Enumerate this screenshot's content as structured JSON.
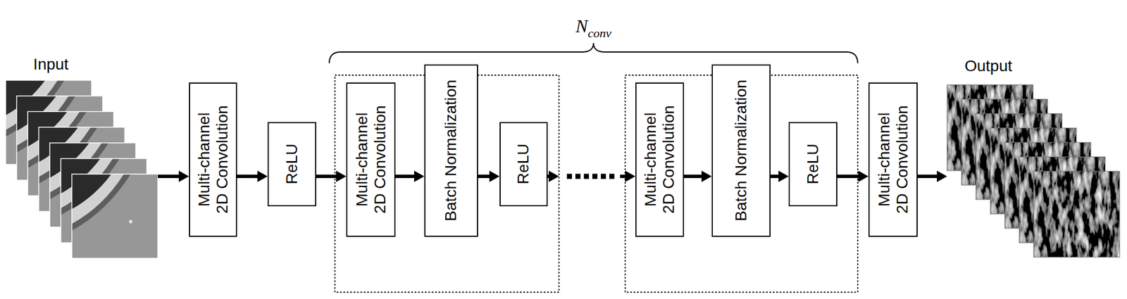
{
  "diagram": {
    "nodes": [
      {
        "text": [
          "Input"
        ]
      },
      {
        "text": [
          "Multi-channel 2D Convolution"
        ]
      },
      {
        "text": [
          "ReLU"
        ]
      },
      {
        "text": [
          "Multi-channel 2D Convolution"
        ]
      },
      {
        "text": [
          "Batch Normalization"
        ]
      },
      {
        "text": [
          "ReLU"
        ]
      },
      {
        "text": [
          "Multi-channel 2D Convolution"
        ]
      },
      {
        "text": [
          "Batch Normalization"
        ]
      },
      {
        "text": [
          "ReLU"
        ]
      },
      {
        "text": [
          "Multi-channel 2D Convolution"
        ]
      },
      {
        "text": [
          "Output"
        ]
      }
    ],
    "edges": [
      {
        "from": 0,
        "to": 1,
        "arrow": "to"
      },
      {
        "from": 1,
        "to": 2,
        "arrow": "to"
      },
      {
        "from": 2,
        "to": 3,
        "arrow": "to"
      },
      {
        "from": 3,
        "to": 4,
        "arrow": "to"
      },
      {
        "from": 4,
        "to": 5,
        "arrow": "to"
      },
      {
        "from": 5,
        "to": 6,
        "arrow": "to"
      },
      {
        "from": 6,
        "to": 7,
        "arrow": "to"
      },
      {
        "from": 7,
        "to": 8,
        "arrow": "to"
      },
      {
        "from": 8,
        "to": 9,
        "arrow": "to"
      },
      {
        "from": 9,
        "to": 10,
        "arrow": "to"
      }
    ],
    "labels": [
      "N",
      "conv"
    ]
  }
}
